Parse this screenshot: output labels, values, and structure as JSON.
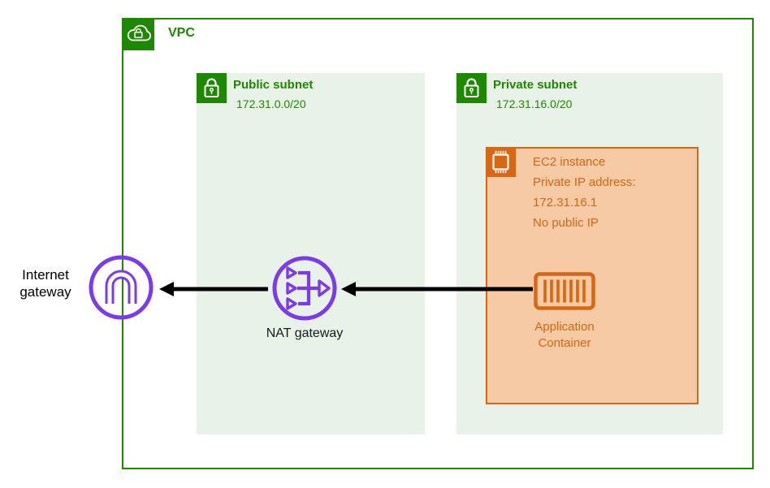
{
  "vpc": {
    "label": "VPC",
    "icon": "vpc-cloud-lock-icon"
  },
  "public_subnet": {
    "label": "Public subnet",
    "cidr": "172.31.0.0/20",
    "icon": "subnet-lock-icon"
  },
  "private_subnet": {
    "label": "Private subnet",
    "cidr": "172.31.16.0/20",
    "icon": "subnet-lock-icon"
  },
  "ec2": {
    "lines": [
      "EC2 instance",
      "Private IP address:",
      "172.31.16.1",
      "No public IP"
    ],
    "icon": "ec2-chip-icon"
  },
  "app_container": {
    "lines": [
      "Application",
      "Container"
    ],
    "icon": "application-container-icon"
  },
  "nat_gateway": {
    "label": "NAT gateway",
    "icon": "nat-gateway-icon"
  },
  "internet_gateway": {
    "lines": [
      "Internet",
      "gateway"
    ],
    "icon": "internet-gateway-icon"
  },
  "arrows": [
    {
      "from": "application-container",
      "to": "nat-gateway",
      "direction": "left"
    },
    {
      "from": "nat-gateway",
      "to": "internet-gateway",
      "direction": "left"
    }
  ],
  "colors": {
    "green": "#1E8900",
    "subnet_bg": "#E9F2E8",
    "orange": "#D86613",
    "ec2_bg": "#F6CAA4",
    "purple": "#7C3AED",
    "arrow": "#000000",
    "nat_label": "#16191F"
  }
}
